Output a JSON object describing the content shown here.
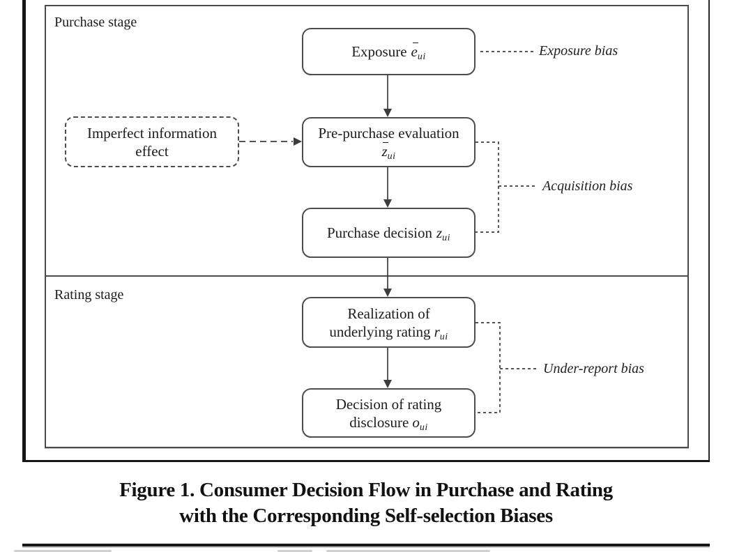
{
  "diagram": {
    "purchase_stage_label": "Purchase stage",
    "rating_stage_label": "Rating stage",
    "nodes": {
      "exposure": {
        "text": "Exposure",
        "var": "e",
        "sub": "ui"
      },
      "imperfect_information": {
        "line1": "Imperfect information",
        "line2": "effect"
      },
      "pre_purchase": {
        "line1": "Pre-purchase evaluation",
        "var": "z",
        "sub": "ui"
      },
      "purchase_decision": {
        "text": "Purchase decision",
        "var": "z",
        "sub": "ui"
      },
      "realization": {
        "line1": "Realization of",
        "line2": "underlying rating",
        "var": "r",
        "sub": "ui"
      },
      "disclosure": {
        "line1": "Decision of rating",
        "line2": "disclosure",
        "var": "o",
        "sub": "ui"
      }
    },
    "bias_labels": {
      "exposure_bias": "Exposure bias",
      "acquisition_bias": "Acquisition bias",
      "under_report_bias": "Under-report bias"
    }
  },
  "caption": {
    "line1": "Figure 1. Consumer Decision Flow in Purchase and Rating",
    "line2": "with the Corresponding Self-selection Biases"
  },
  "colors": {
    "line": "#3d3d3d",
    "box_border": "#4d4d4d",
    "frame": "#161616",
    "text": "#1c1c1c",
    "background": "#ffffff"
  }
}
